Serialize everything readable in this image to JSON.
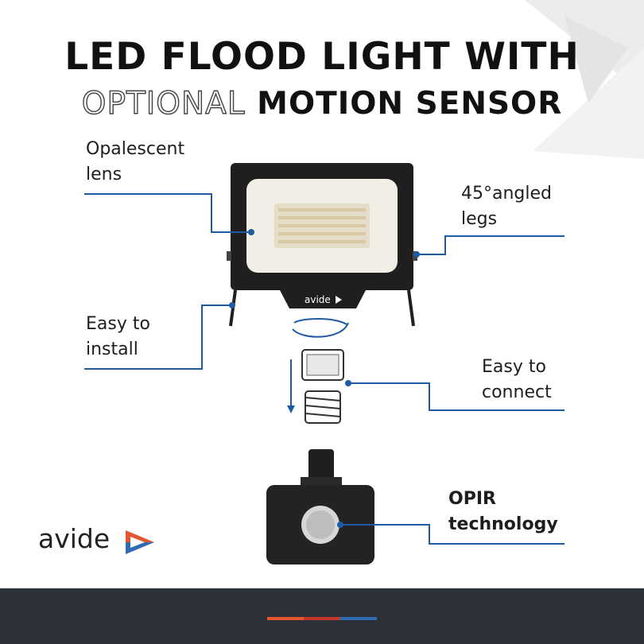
{
  "title": {
    "line1": "LED FLOOD LIGHT WITH",
    "line2_outline": "OPTIONAL",
    "line2_rest": "MOTION SENSOR"
  },
  "callouts": {
    "lens": "Opalescent\nlens",
    "legs": "45°angled\nlegs",
    "install": "Easy to\ninstall",
    "connect": "Easy to\nconnect",
    "opir": "OPIR\ntechnology"
  },
  "brand": {
    "name": "avide",
    "badge": "avide"
  },
  "colors": {
    "accent_line": "#1f5aa5",
    "footer_bg": "#2c3038",
    "bar_orange": "#e4572e",
    "bar_red": "#c0392b",
    "bar_blue": "#2e6db4"
  }
}
